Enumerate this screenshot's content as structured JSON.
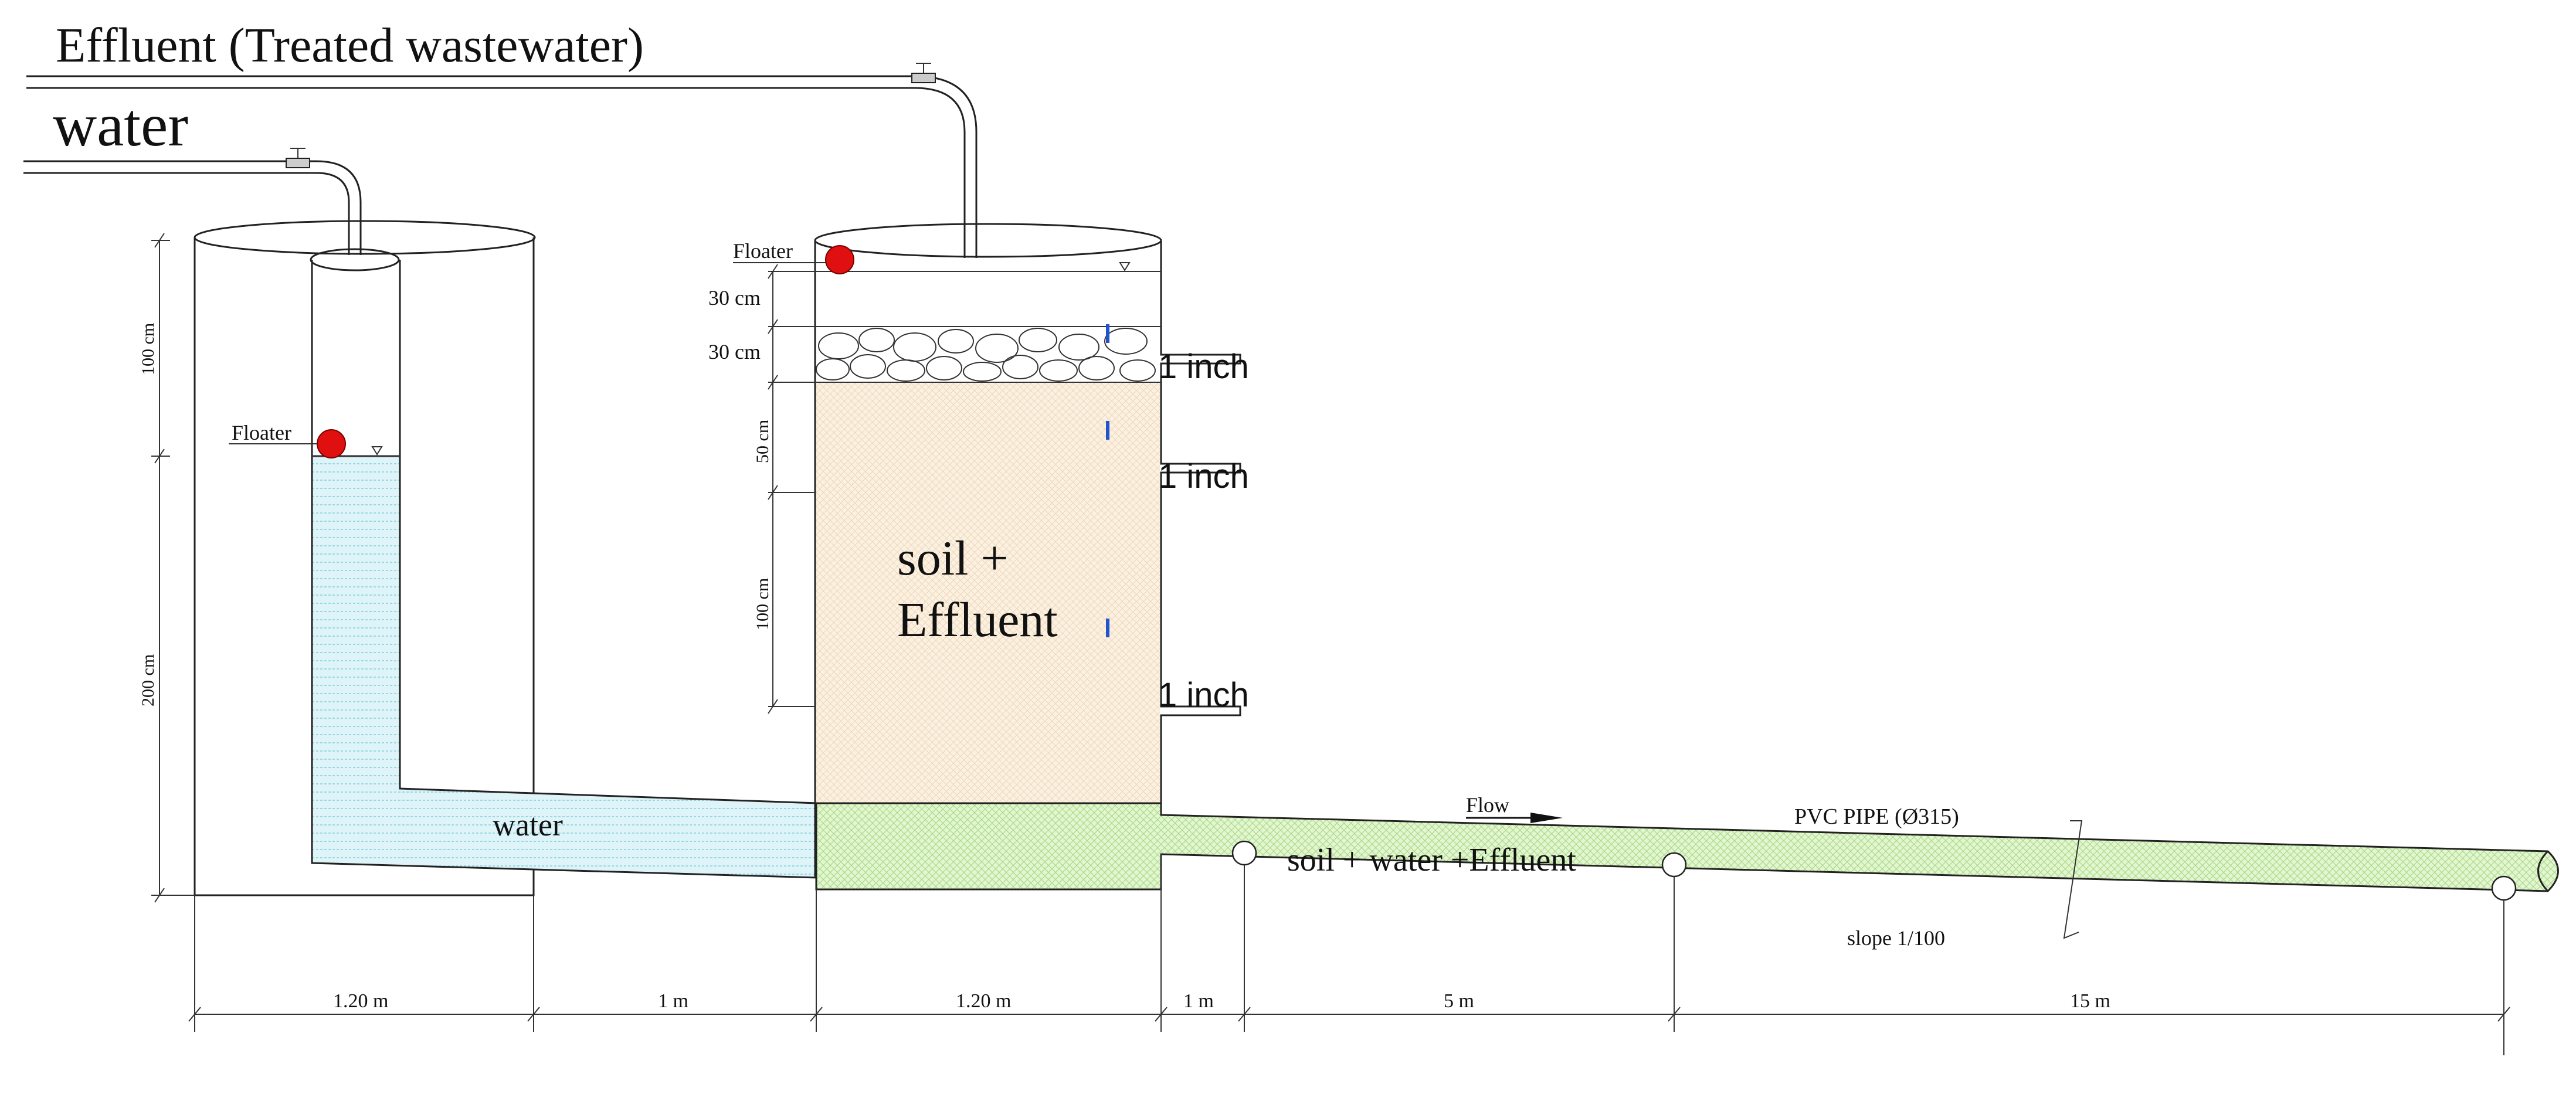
{
  "labels": {
    "effluent_title": "Effluent (Treated wastewater)",
    "water_title": "water",
    "floater_left": "Floater",
    "floater_right": "Floater",
    "soil_effluent_line1": "soil +",
    "soil_effluent_line2": "Effluent",
    "water_zone": "water",
    "soil_water_effluent": "soil + water +Effluent",
    "flow": "Flow",
    "pvc_pipe": "PVC  PIPE (Ø315)",
    "slope": "slope 1/100",
    "outlet_1": "1 inch",
    "outlet_2": "1 inch",
    "outlet_3": "1 inch"
  },
  "dimensions": {
    "left_tank_upper": "100 cm",
    "left_tank_lower": "200 cm",
    "right_tank_30a": "30 cm",
    "right_tank_30b": "30 cm",
    "right_tank_50": "50 cm",
    "right_tank_100": "100 cm",
    "bottom": [
      "1.20 m",
      "1 m",
      "1.20 m",
      "1 m",
      "5 m",
      "15 m"
    ]
  },
  "colors": {
    "water_fill": "#dff4f8",
    "water_hatch": "#7fd0dc",
    "soil_fill": "#fbf1e3",
    "soil_hatch": "#f0d6b4",
    "green_fill": "#e4f5d2",
    "green_hatch": "#a8dc86",
    "floater": "#e01010",
    "marker": "#2255cc"
  }
}
